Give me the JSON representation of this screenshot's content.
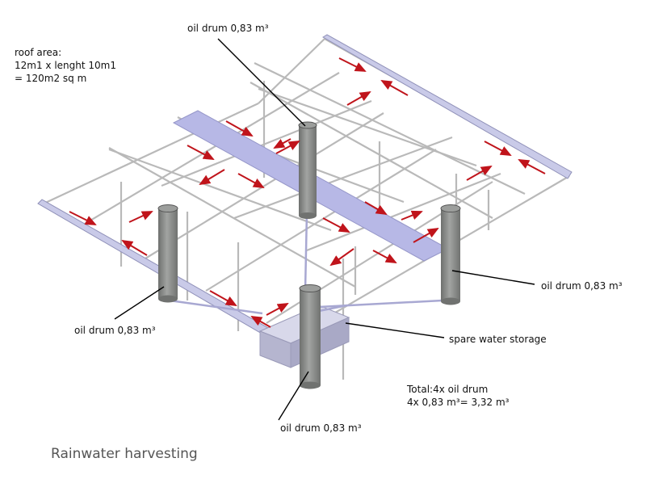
{
  "title": "Rainwater harvesting",
  "roof_area": {
    "line1": "roof area:",
    "line2": "12m1 x lenght 10m1",
    "line3": "= 120m2 sq m"
  },
  "labels": {
    "drum_top": "oil drum 0,83 m³",
    "drum_left": "oil drum 0,83 m³",
    "drum_right": "oil drum 0,83 m³",
    "drum_front": "oil drum 0,83 m³",
    "spare_storage": "spare water storage"
  },
  "total": {
    "line1": "Total:4x oil drum",
    "line2": "4x 0,83 m³= 3,32 m³"
  },
  "colors": {
    "frame": "#b9b9b9",
    "drum": "#8f918f",
    "panel": "#b7b8e6",
    "arrow": "#c0141b",
    "tank": "#c4c4dc"
  }
}
